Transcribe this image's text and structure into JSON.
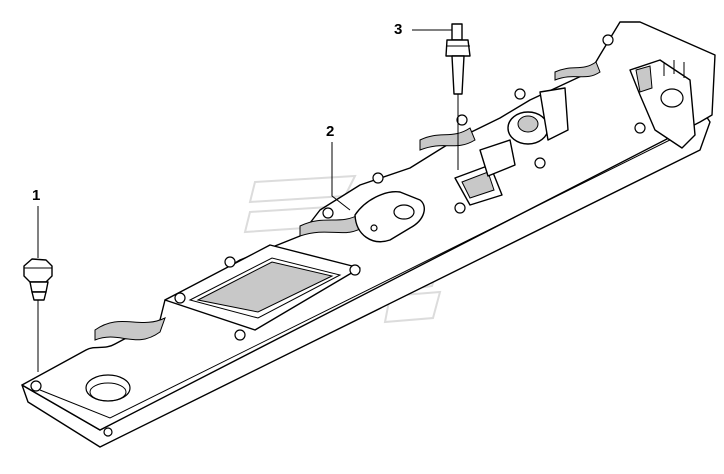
{
  "callouts": [
    {
      "id": "1",
      "label": "1"
    },
    {
      "id": "2",
      "label": "2"
    },
    {
      "id": "3",
      "label": "3"
    }
  ],
  "colors": {
    "line": "#000000",
    "shade": "#c8c8c8",
    "watermark": "#dcdcdc",
    "background": "#ffffff"
  }
}
